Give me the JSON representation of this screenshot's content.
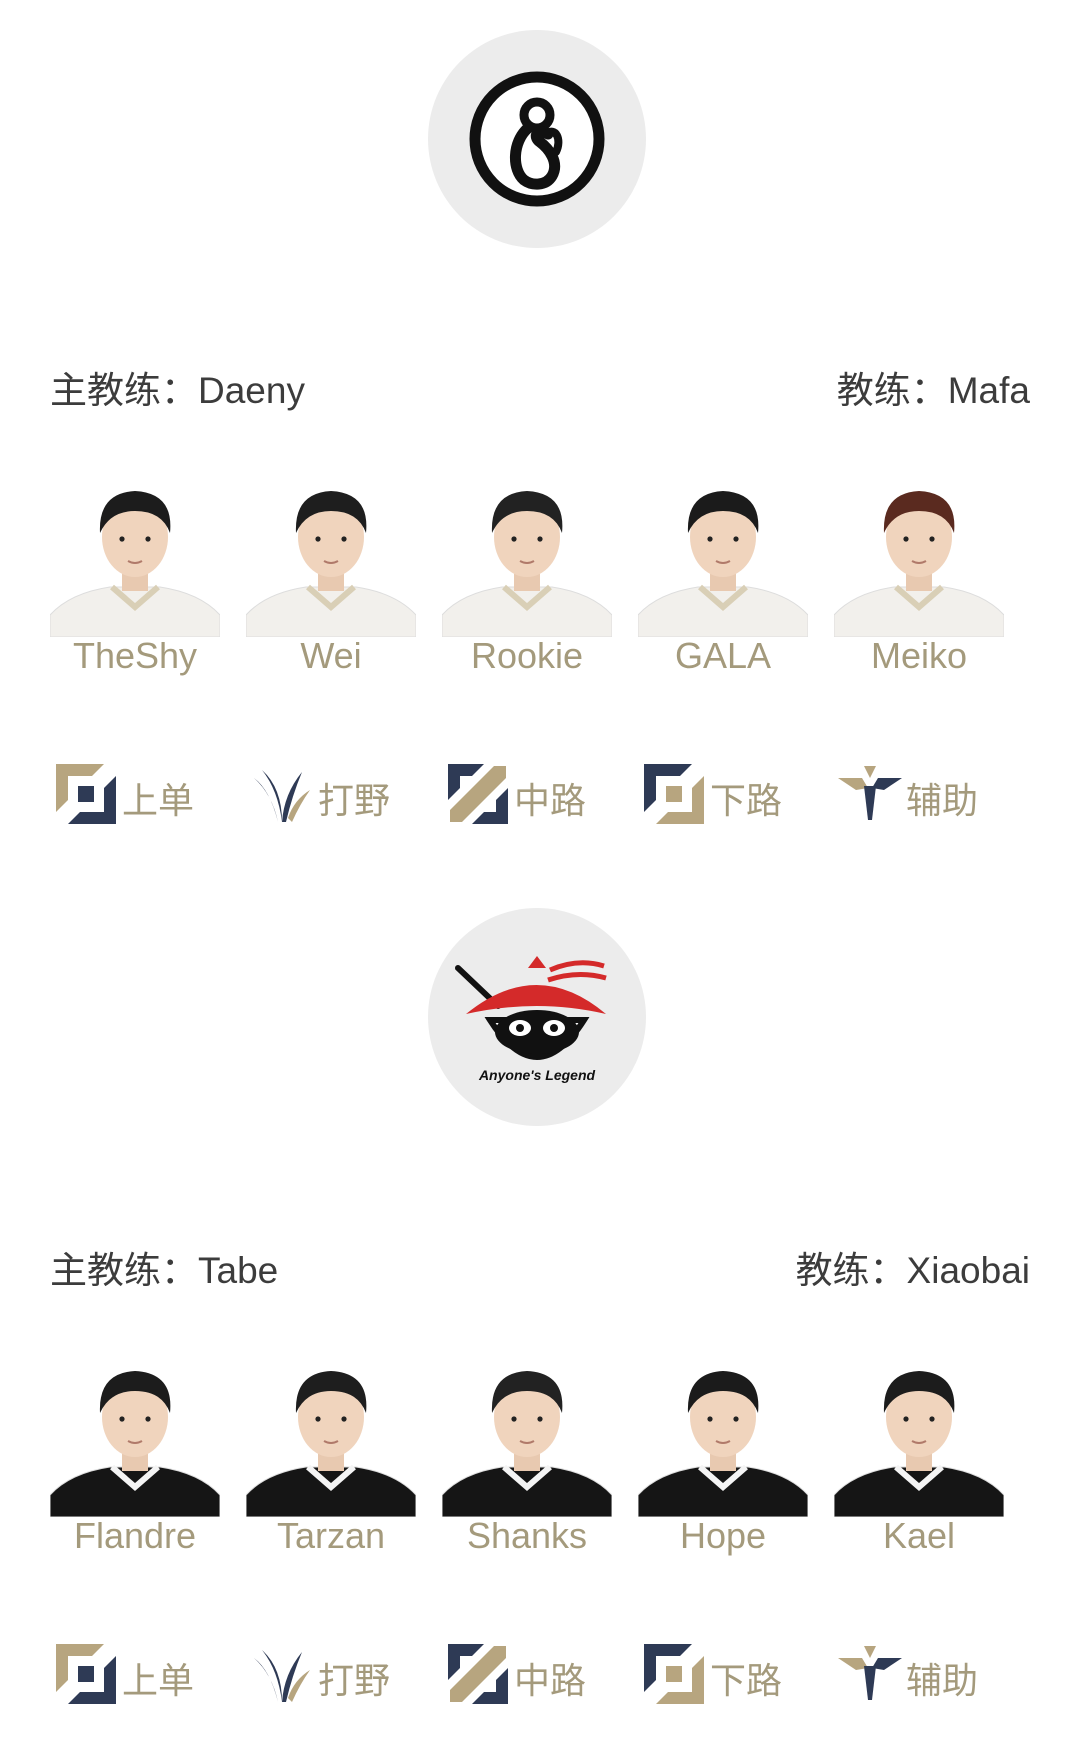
{
  "teams": [
    {
      "logo": "ig-logo",
      "head_coach": "主教练：Daeny",
      "coach": "教练：Mafa",
      "jersey": "white",
      "players": [
        "TheShy",
        "Wei",
        "Rookie",
        "GALA",
        "Meiko"
      ],
      "roles": [
        "上单",
        "打野",
        "中路",
        "下路",
        "辅助"
      ]
    },
    {
      "logo": "al-logo",
      "logo_text": "Anyone's Legend",
      "head_coach": "主教练：Tabe",
      "coach": "教练：Xiaobai",
      "jersey": "black",
      "players": [
        "Flandre",
        "Tarzan",
        "Shanks",
        "Hope",
        "Kael"
      ],
      "roles": [
        "上单",
        "打野",
        "中路",
        "下路",
        "辅助"
      ]
    }
  ],
  "colors": {
    "gold": "#a49a7c",
    "navy": "#2e3a55",
    "tan": "#b7a57f",
    "red": "#d42a2a"
  }
}
